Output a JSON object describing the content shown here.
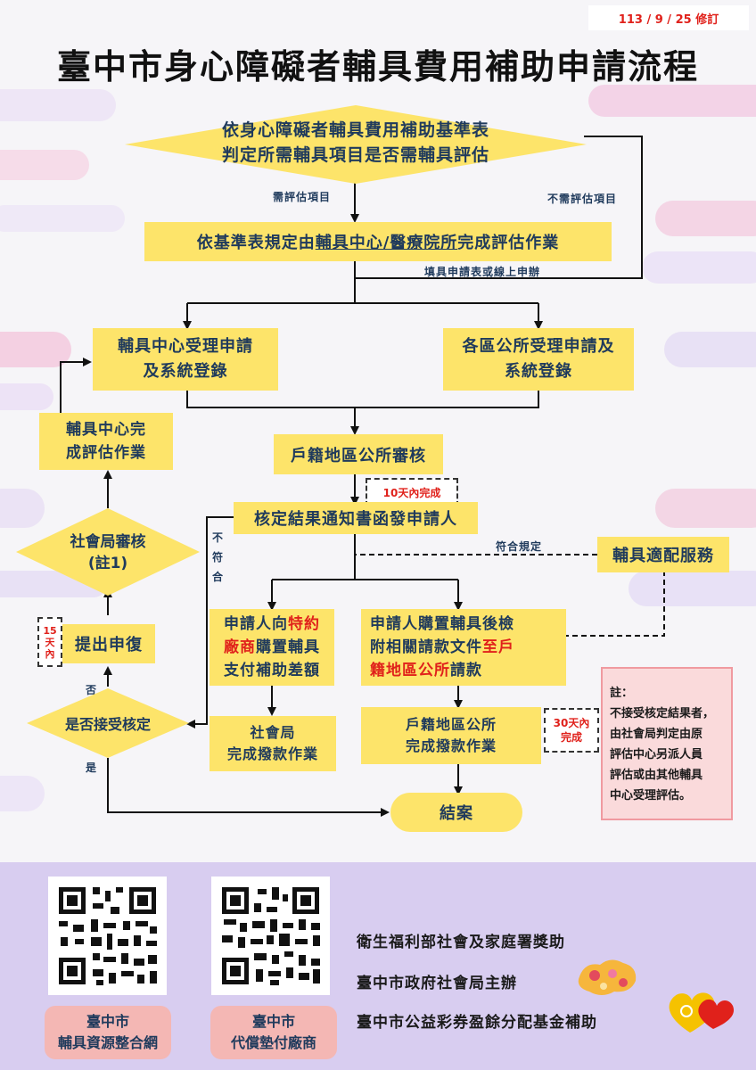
{
  "revision": "113 / 9 / 25 修訂",
  "title": "臺中市身心障礙者輔具費用補助申請流程",
  "flow": {
    "decision_top": [
      "依身心障礙者輔具費用補助基準表",
      "判定所需輔具項目是否需輔具評估"
    ],
    "need_eval_label": "需評估項目",
    "no_eval_label": "不需評估項目",
    "assess": {
      "pre": "依基準表規定由",
      "under": "輔具中心/醫療院所",
      "post": "完成評估作業"
    },
    "fill_form_label": "填具申請表或線上申辦",
    "center_accept": [
      "輔具中心受理申請",
      "及系統登錄"
    ],
    "district_accept": [
      "各區公所受理申請及",
      "系統登錄"
    ],
    "center_done": [
      "輔具中心完",
      "成評估作業"
    ],
    "household_review": "戶籍地區公所審核",
    "ten_days": "10天內完成",
    "notice": "核定結果通知書函發申請人",
    "mismatch_label": [
      "不",
      "符",
      "合"
    ],
    "match_label": "符合規定",
    "fitting": "輔具適配服務",
    "bureau_review": [
      "社會局審核",
      "(註1)"
    ],
    "fifteen_days": [
      "15",
      "天",
      "內"
    ],
    "appeal": "提出申復",
    "no_label": "否",
    "yes_label": "是",
    "accept_q": "是否接受核定",
    "vendor": {
      "l1a": "申請人向",
      "l1b": "特約",
      "l2a": "廠商",
      "l2b": "購置輔具",
      "l3": "支付補助差額"
    },
    "self_buy": {
      "l1": "申請人購置輔具後檢",
      "l2a": "附相關請款文件",
      "l2b": "至戶",
      "l3a": "籍地區公所",
      "l3b": "請款"
    },
    "bureau_pay": [
      "社會局",
      "完成撥款作業"
    ],
    "district_pay": [
      "戶籍地區公所",
      "完成撥款作業"
    ],
    "thirty_days": [
      "30天內",
      "完成"
    ],
    "end": "結案"
  },
  "note": {
    "title": "註：",
    "lines": [
      "不接受核定結果者，",
      "由社會局判定由原",
      "評估中心另派人員",
      "評估或由其他輔具",
      "中心受理評估。"
    ]
  },
  "footer": {
    "qr1_label": [
      "臺中市",
      "輔具資源整合網"
    ],
    "qr2_label": [
      "臺中市",
      "代償墊付廠商"
    ],
    "sponsors": [
      "衛生福利部社會及家庭署獎助",
      "臺中市政府社會局主辦",
      "臺中市公益彩券盈餘分配基金補助"
    ]
  },
  "colors": {
    "yellow": "#fde46a",
    "navy": "#1f3a5c",
    "red": "#e0211b",
    "footer_bg": "#d8cdf0",
    "note_bg": "#fadadb"
  }
}
